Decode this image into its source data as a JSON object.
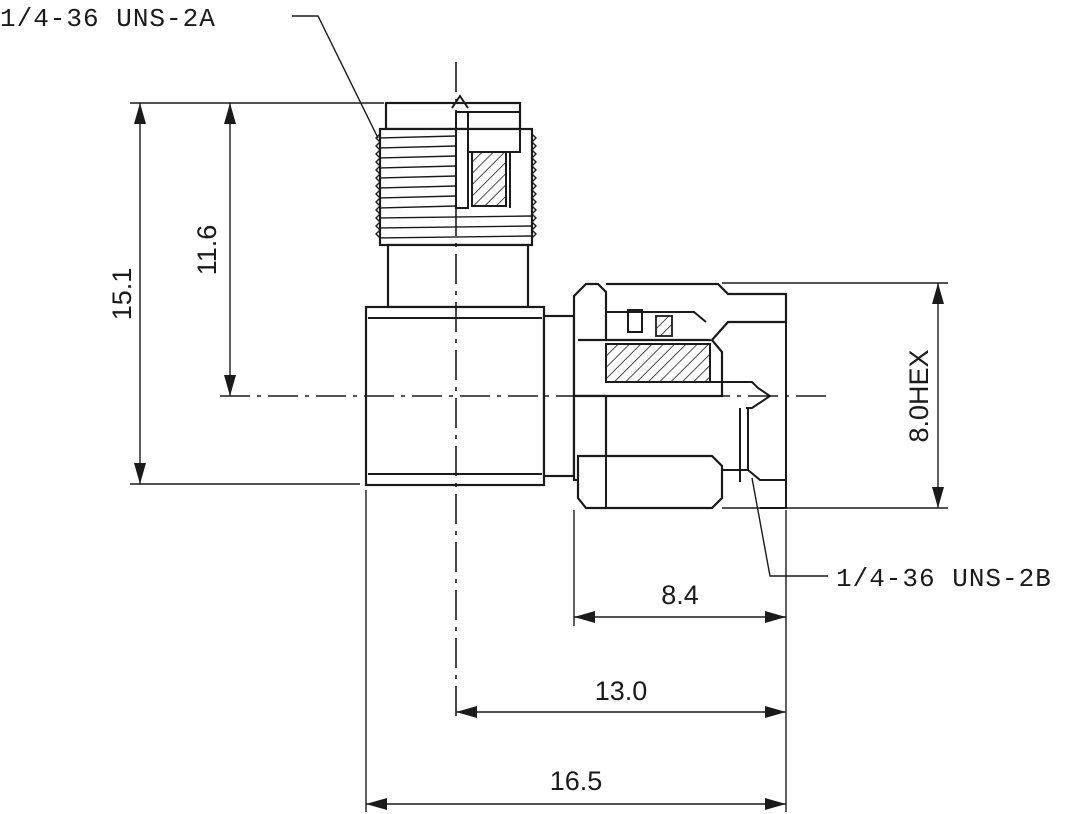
{
  "annotations": {
    "thread_top": "1/4-36 UNS-2A",
    "thread_right": "1/4-36 UNS-2B"
  },
  "dimensions": {
    "overall_height": "15.1",
    "center_height": "11.6",
    "hex": "8.0HEX",
    "plug_length": "8.4",
    "center_to_end": "13.0",
    "overall_length": "16.5"
  },
  "colors": {
    "line": "#1a1a1a",
    "background": "#ffffff"
  }
}
